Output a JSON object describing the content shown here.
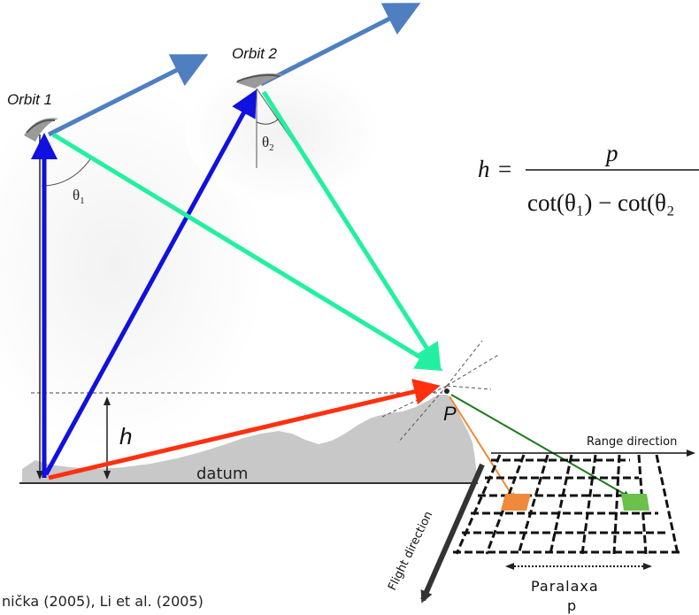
{
  "labels": {
    "orbit1": "Orbit 1",
    "orbit2": "Orbit 2",
    "theta1": "θ",
    "theta1_sub": "1",
    "theta2": "θ",
    "theta2_sub": "2",
    "h": "h",
    "datum": "datum",
    "point": "P",
    "range_direction": "Range direction",
    "flight_direction": "Flight direction",
    "parallax": "Paralaxa",
    "parallax_symbol": "p",
    "citation": "nička (2005), Li et al. (2005)"
  },
  "formula": {
    "lhs": "h",
    "equals": "=",
    "numerator": "p",
    "denominator": "cot(θ₁) − cot(θ₂"
  },
  "colors": {
    "orbit1_velocity": "#4f7fc0",
    "orbit2_velocity": "#4f7fc0",
    "ray_blue": "#1010e0",
    "ray_cyan": "#22f0a0",
    "ray_red": "#ff3010",
    "terrain": "#c8c8c8",
    "projection_orange": "#f08a30",
    "projection_green": "#1a7a1a",
    "pixel_orange": "#ee8a3a",
    "pixel_green": "#6cc04c"
  }
}
